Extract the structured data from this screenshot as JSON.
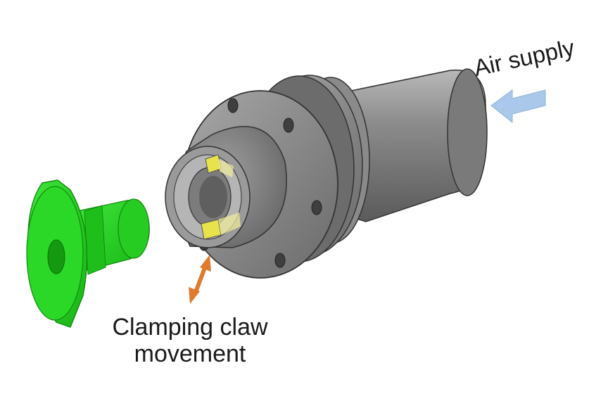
{
  "labels": {
    "air_supply": "Air supply",
    "clamping_claw_line1": "Clamping claw",
    "clamping_claw_line2": "movement"
  },
  "colors": {
    "body_gray": "#8f8f8f",
    "dark_gray": "#5e5e5e",
    "workpiece_green": "#22d01e",
    "claw_yellow": "#e8e34a",
    "air_arrow": "#a9c8ea",
    "motion_arrow": "#e07a2e"
  }
}
